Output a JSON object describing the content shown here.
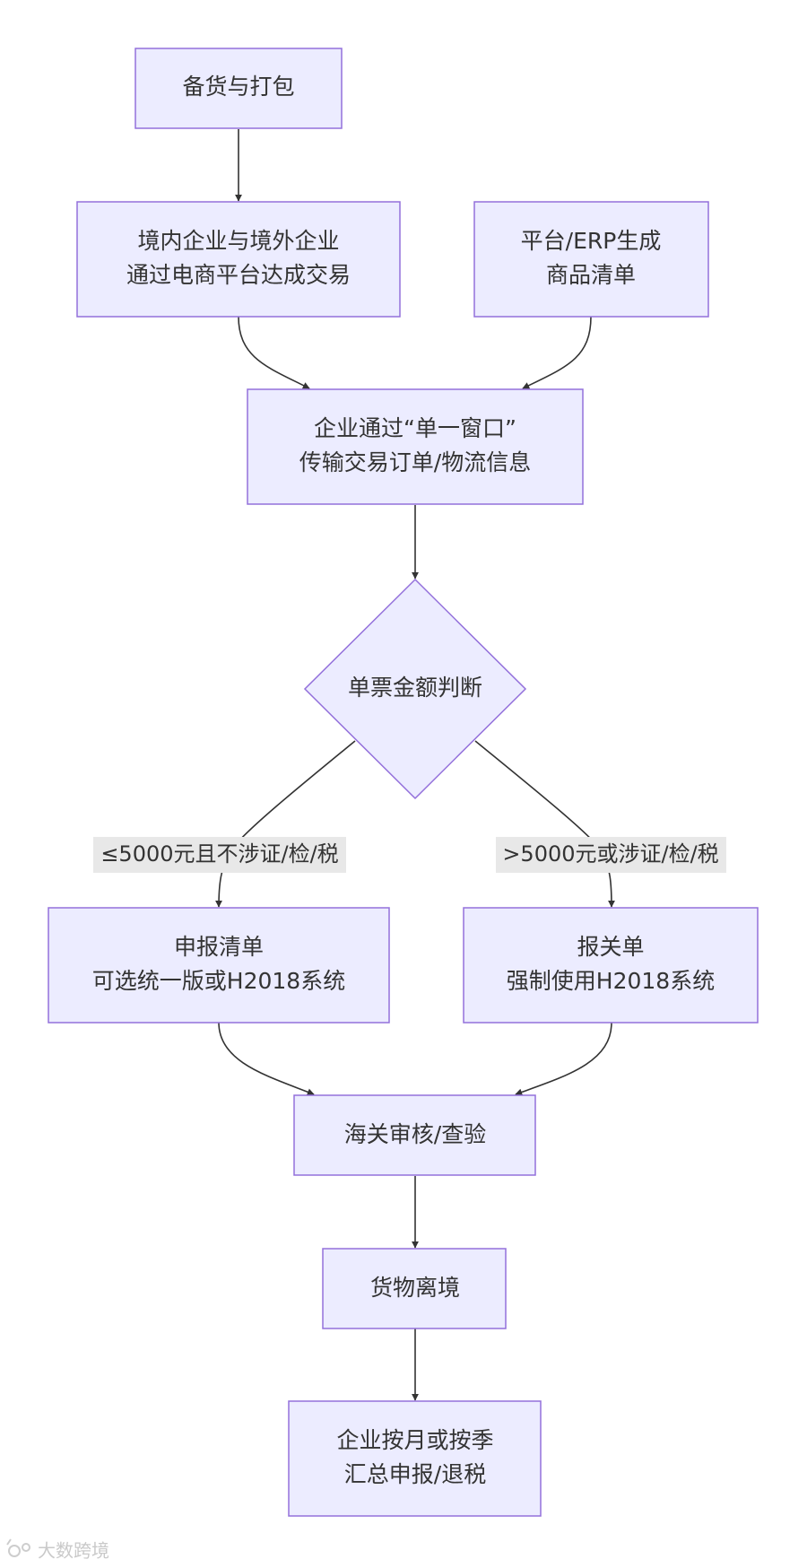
{
  "nodes": {
    "pack": {
      "lines": [
        "备货与打包"
      ]
    },
    "trade": {
      "lines": [
        "境内企业与境外企业",
        "通过电商平台达成交易"
      ]
    },
    "list_gen": {
      "lines": [
        "平台/ERP生成",
        "商品清单"
      ]
    },
    "window": {
      "lines": [
        "企业通过“单一窗口”",
        "传输交易订单/物流信息"
      ]
    },
    "decision": {
      "lines": [
        "单票金额判断"
      ]
    },
    "declare_list": {
      "lines": [
        "申报清单",
        "可选统一版或H2018系统"
      ]
    },
    "customs_form": {
      "lines": [
        "报关单",
        "强制使用H2018系统"
      ]
    },
    "review": {
      "lines": [
        "海关审核/查验"
      ]
    },
    "depart": {
      "lines": [
        "货物离境"
      ]
    },
    "summary": {
      "lines": [
        "企业按月或按季",
        "汇总申报/退税"
      ]
    }
  },
  "edges": {
    "left_label": "≤5000元且不涉证/检/税",
    "right_label": ">5000元或涉证/检/税"
  },
  "watermark": {
    "text": "大数跨境"
  },
  "colors": {
    "node_fill": "#ececff",
    "node_stroke": "#9370db",
    "edge": "#333333",
    "text": "#333333",
    "label_bg": "#e8e8e8"
  }
}
